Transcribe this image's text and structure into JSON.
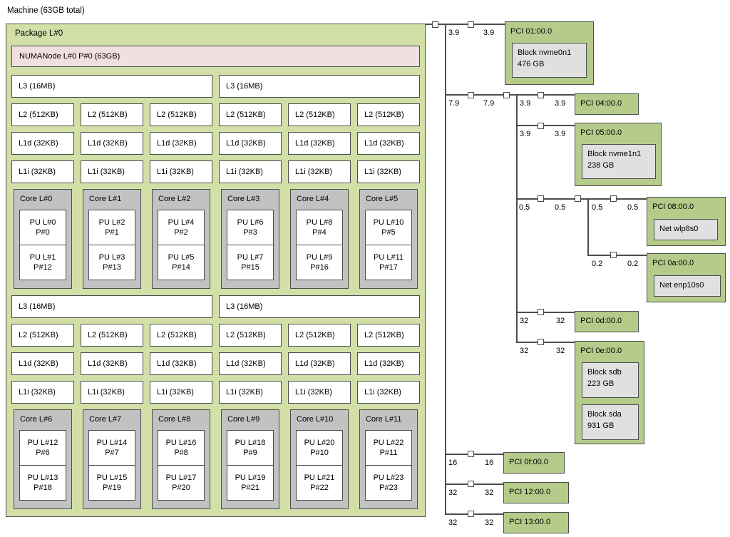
{
  "machine": {
    "title": "Machine (63GB total)"
  },
  "package": {
    "label": "Package L#0",
    "numa": "NUMANode L#0 P#0 (63GB)",
    "cache_labels": {
      "l3": "L3 (16MB)",
      "l2": "L2 (512KB)",
      "l1d": "L1d (32KB)",
      "l1i": "L1i (32KB)"
    },
    "cores": [
      {
        "label": "Core L#0",
        "pu": [
          {
            "l": "PU L#0",
            "p": "P#0"
          },
          {
            "l": "PU L#1",
            "p": "P#12"
          }
        ]
      },
      {
        "label": "Core L#1",
        "pu": [
          {
            "l": "PU L#2",
            "p": "P#1"
          },
          {
            "l": "PU L#3",
            "p": "P#13"
          }
        ]
      },
      {
        "label": "Core L#2",
        "pu": [
          {
            "l": "PU L#4",
            "p": "P#2"
          },
          {
            "l": "PU L#5",
            "p": "P#14"
          }
        ]
      },
      {
        "label": "Core L#3",
        "pu": [
          {
            "l": "PU L#6",
            "p": "P#3"
          },
          {
            "l": "PU L#7",
            "p": "P#15"
          }
        ]
      },
      {
        "label": "Core L#4",
        "pu": [
          {
            "l": "PU L#8",
            "p": "P#4"
          },
          {
            "l": "PU L#9",
            "p": "P#16"
          }
        ]
      },
      {
        "label": "Core L#5",
        "pu": [
          {
            "l": "PU L#10",
            "p": "P#5"
          },
          {
            "l": "PU L#11",
            "p": "P#17"
          }
        ]
      },
      {
        "label": "Core L#6",
        "pu": [
          {
            "l": "PU L#12",
            "p": "P#6"
          },
          {
            "l": "PU L#13",
            "p": "P#18"
          }
        ]
      },
      {
        "label": "Core L#7",
        "pu": [
          {
            "l": "PU L#14",
            "p": "P#7"
          },
          {
            "l": "PU L#15",
            "p": "P#19"
          }
        ]
      },
      {
        "label": "Core L#8",
        "pu": [
          {
            "l": "PU L#16",
            "p": "P#8"
          },
          {
            "l": "PU L#17",
            "p": "P#20"
          }
        ]
      },
      {
        "label": "Core L#9",
        "pu": [
          {
            "l": "PU L#18",
            "p": "P#9"
          },
          {
            "l": "PU L#19",
            "p": "P#21"
          }
        ]
      },
      {
        "label": "Core L#10",
        "pu": [
          {
            "l": "PU L#20",
            "p": "P#10"
          },
          {
            "l": "PU L#21",
            "p": "P#22"
          }
        ]
      },
      {
        "label": "Core L#11",
        "pu": [
          {
            "l": "PU L#22",
            "p": "P#11"
          },
          {
            "l": "PU L#23",
            "p": "P#23"
          }
        ]
      }
    ]
  },
  "pci": {
    "links": {
      "root": {
        "a": "3.9",
        "b": "3.9"
      },
      "bridge1": {
        "a": "7.9",
        "b": "7.9"
      },
      "p04": {
        "a": "3.9",
        "b": "3.9"
      },
      "p05": {
        "a": "3.9",
        "b": "3.9"
      },
      "bridge2": {
        "a": "0.5",
        "b": "0.5"
      },
      "p08": {
        "a": "0.5",
        "b": "0.5"
      },
      "p0a": {
        "a": "0.2",
        "b": "0.2"
      },
      "p0d": {
        "a": "32",
        "b": "32"
      },
      "p0e": {
        "a": "32",
        "b": "32"
      },
      "p0f": {
        "a": "16",
        "b": "16"
      },
      "p12": {
        "a": "32",
        "b": "32"
      },
      "p13": {
        "a": "32",
        "b": "32"
      }
    },
    "devices": {
      "p01": {
        "label": "PCI 01:00.0",
        "block": [
          "Block nvme0n1",
          "476 GB"
        ]
      },
      "p04": {
        "label": "PCI 04:00.0"
      },
      "p05": {
        "label": "PCI 05:00.0",
        "block": [
          "Block nvme1n1",
          "238 GB"
        ]
      },
      "p08": {
        "label": "PCI 08:00.0",
        "net": "Net wlp8s0"
      },
      "p0a": {
        "label": "PCI 0a:00.0",
        "net": "Net enp10s0"
      },
      "p0d": {
        "label": "PCI 0d:00.0"
      },
      "p0e": {
        "label": "PCI 0e:00.0",
        "blocks": [
          [
            "Block sdb",
            "223 GB"
          ],
          [
            "Block sda",
            "931 GB"
          ]
        ]
      },
      "p0f": {
        "label": "PCI 0f:00.0"
      },
      "p12": {
        "label": "PCI 12:00.0"
      },
      "p13": {
        "label": "PCI 13:00.0"
      }
    }
  },
  "colors": {
    "package_fill": "#d2e0a8",
    "pci_fill": "#b5cb8a",
    "numa_fill": "#f2e0e0",
    "core_fill": "#c2c2c2",
    "device_fill": "#e0e0e0",
    "border": "#4d4d4d"
  }
}
